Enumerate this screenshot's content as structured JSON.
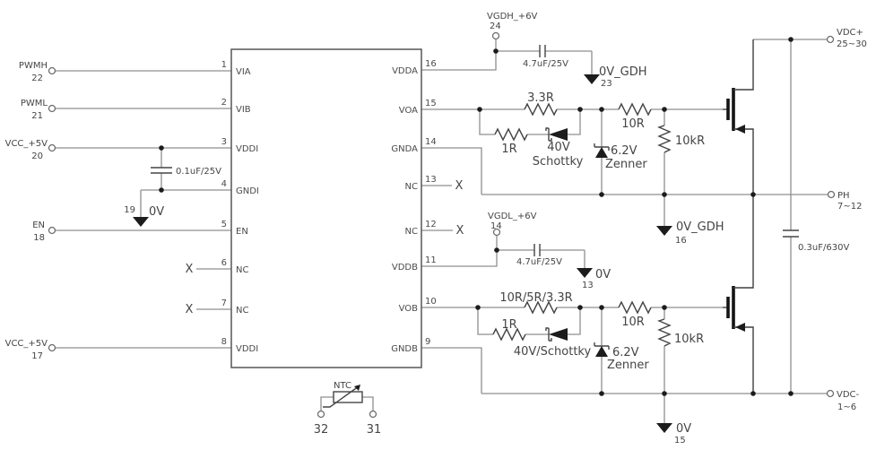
{
  "colors": {
    "background": "#ffffff",
    "wire": "#8f8f8f",
    "symbol_ink": "#454545",
    "solid_black": "#1c1c1c"
  },
  "ic": {
    "left_pins": [
      {
        "num": "1",
        "name": "VIA"
      },
      {
        "num": "2",
        "name": "VIB"
      },
      {
        "num": "3",
        "name": "VDDI"
      },
      {
        "num": "4",
        "name": "GNDI"
      },
      {
        "num": "5",
        "name": "EN"
      },
      {
        "num": "6",
        "name": "NC"
      },
      {
        "num": "7",
        "name": "NC"
      },
      {
        "num": "8",
        "name": "VDDI"
      }
    ],
    "right_pins": [
      {
        "num": "16",
        "name": "VDDA"
      },
      {
        "num": "15",
        "name": "VOA"
      },
      {
        "num": "14",
        "name": "GNDA"
      },
      {
        "num": "13",
        "name": "NC"
      },
      {
        "num": "12",
        "name": "NC"
      },
      {
        "num": "11",
        "name": "VDDB"
      },
      {
        "num": "10",
        "name": "VOB"
      },
      {
        "num": "9",
        "name": "GNDB"
      }
    ]
  },
  "terminals": {
    "pwmh": {
      "label": "PWMH",
      "num": "22"
    },
    "pwml": {
      "label": "PWML",
      "num": "21"
    },
    "vcc_20": {
      "label": "VCC_+5V",
      "num": "20"
    },
    "en_18": {
      "label": "EN",
      "num": "18"
    },
    "vcc_17": {
      "label": "VCC_+5V",
      "num": "17"
    },
    "vgdh_24": {
      "label": "VGDH_+6V",
      "num": "24"
    },
    "vgdl_14": {
      "label": "VGDL_+6V",
      "num": "14"
    },
    "vdc_plus": {
      "label": "VDC+",
      "num": "25~30"
    },
    "ph": {
      "label": "PH",
      "num": "7~12"
    },
    "vdc_minus": {
      "label": "VDC-",
      "num": "1~6"
    },
    "ntc": {
      "label": "NTC",
      "left_num": "32",
      "right_num": "31"
    }
  },
  "grounds": {
    "g19": {
      "num": "19",
      "label": "0V"
    },
    "g23": {
      "label": "0V_GDH",
      "num": "23"
    },
    "g16": {
      "label": "0V_GDH",
      "num": "16"
    },
    "g13": {
      "label": "0V",
      "num": "13"
    },
    "g15": {
      "label": "0V",
      "num": "15"
    }
  },
  "components": {
    "c_vddi": {
      "value": "0.1uF/25V"
    },
    "c_vdda": {
      "value": "4.7uF/25V"
    },
    "c_vddb": {
      "value": "4.7uF/25V"
    },
    "c_bus": {
      "value": "0.3uF/630V"
    },
    "r_gate_a": {
      "value": "3.3R"
    },
    "r_off_a": {
      "value": "1R"
    },
    "d_off_a": {
      "line1": "40V",
      "line2": "Schottky"
    },
    "r_series_a": {
      "value": "10R"
    },
    "z_a": {
      "line1": "6.2V",
      "line2": "Zenner"
    },
    "r_pull_a": {
      "value": "10kR"
    },
    "r_gate_b": {
      "value": "10R/5R/3.3R"
    },
    "r_off_b": {
      "value": "1R"
    },
    "d_off_b": {
      "value": "40V/Schottky"
    },
    "r_series_b": {
      "value": "10R"
    },
    "z_b": {
      "line1": "6.2V",
      "line2": "Zenner"
    },
    "r_pull_b": {
      "value": "10kR"
    }
  },
  "markers": {
    "no_connect": "X"
  }
}
